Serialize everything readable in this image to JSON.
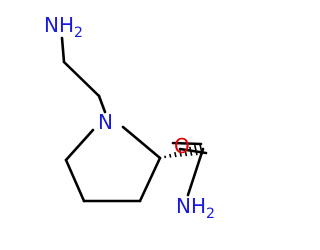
{
  "molecule": {
    "atoms": {
      "amine_n": {
        "main": "NH",
        "sub": "2",
        "color": "#1a1adc"
      },
      "ring_n": {
        "main": "N",
        "color": "#1a1adc"
      },
      "carbonyl_o": {
        "main": "O",
        "color": "#e00000"
      },
      "amide_n": {
        "main": "NH",
        "sub": "2",
        "color": "#1a1adc"
      }
    },
    "bond_color": "#000000",
    "stereo_bond": "hashed-wedge"
  }
}
